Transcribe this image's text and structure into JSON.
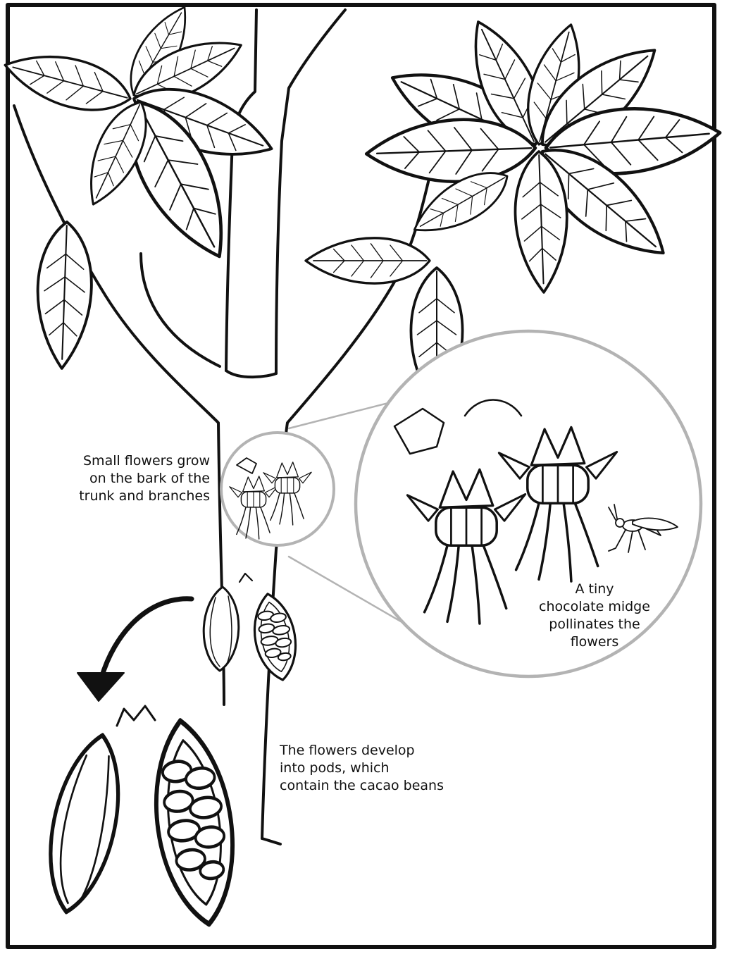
{
  "captions": {
    "bark": [
      "Small flowers grow",
      "on the bark of the",
      "trunk and branches"
    ],
    "midge": [
      "A tiny",
      "chocolate midge",
      "pollinates the",
      "flowers"
    ],
    "pods": [
      "The flowers develop",
      "into pods, which",
      "contain the cacao beans"
    ]
  },
  "colors": {
    "ink": "#111111",
    "callout_circle": "#b3b3b3",
    "background": "#ffffff"
  }
}
